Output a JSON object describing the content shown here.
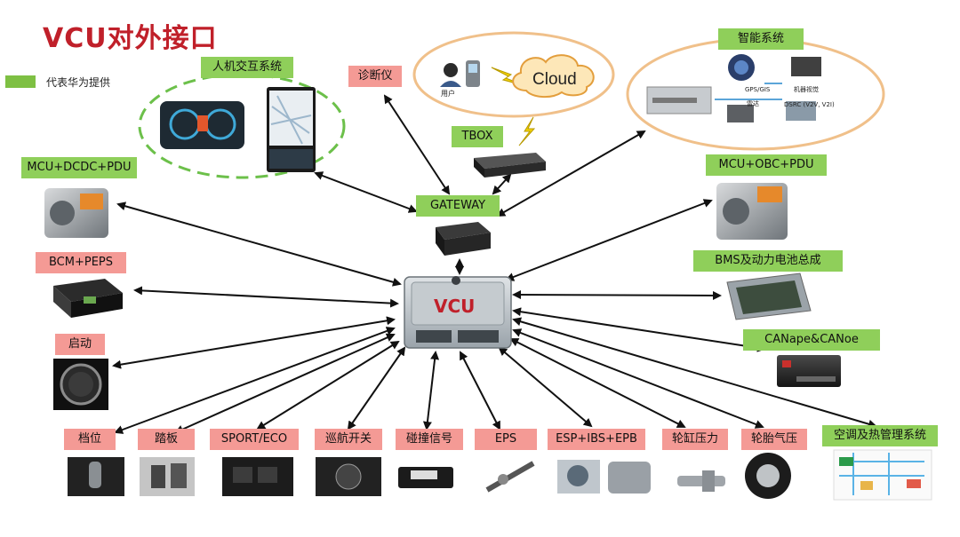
{
  "title": "VCU对外接口",
  "legend": {
    "text": "代表华为提供",
    "color": "#7ec043"
  },
  "center": {
    "label": "VCU"
  },
  "cloud": {
    "label": "Cloud",
    "user_label": "用户"
  },
  "labels": {
    "hmi": "人机交互系统",
    "diag": "诊断仪",
    "tbox": "TBOX",
    "gateway": "GATEWAY",
    "smart": "智能系统",
    "mcu_left": "MCU+DCDC+PDU",
    "mcu_right": "MCU+OBC+PDU",
    "bcm": "BCM+PEPS",
    "bms": "BMS及动力电池总成",
    "start": "启动",
    "canape": "CANape&CANoe",
    "gear": "档位",
    "pedal": "踏板",
    "sport": "SPORT/ECO",
    "cruise": "巡航开关",
    "crash": "碰撞信号",
    "eps": "EPS",
    "esp": "ESP+IBS+EPB",
    "wheel_cyl": "轮缸压力",
    "tire": "轮胎气压",
    "hvac": "空调及热管理系统"
  },
  "smart_sub": {
    "gps": "GPS/GIS",
    "machine": "机器视觉",
    "radar": "雷达",
    "dsrc": "DSRC (V2V, V2I)"
  },
  "colors": {
    "accent": "#c0202a",
    "green": "#8fcf5a",
    "red": "#f49a95",
    "ellipse_green": "#6cc04a",
    "ellipse_orange": "#f0c08a"
  }
}
